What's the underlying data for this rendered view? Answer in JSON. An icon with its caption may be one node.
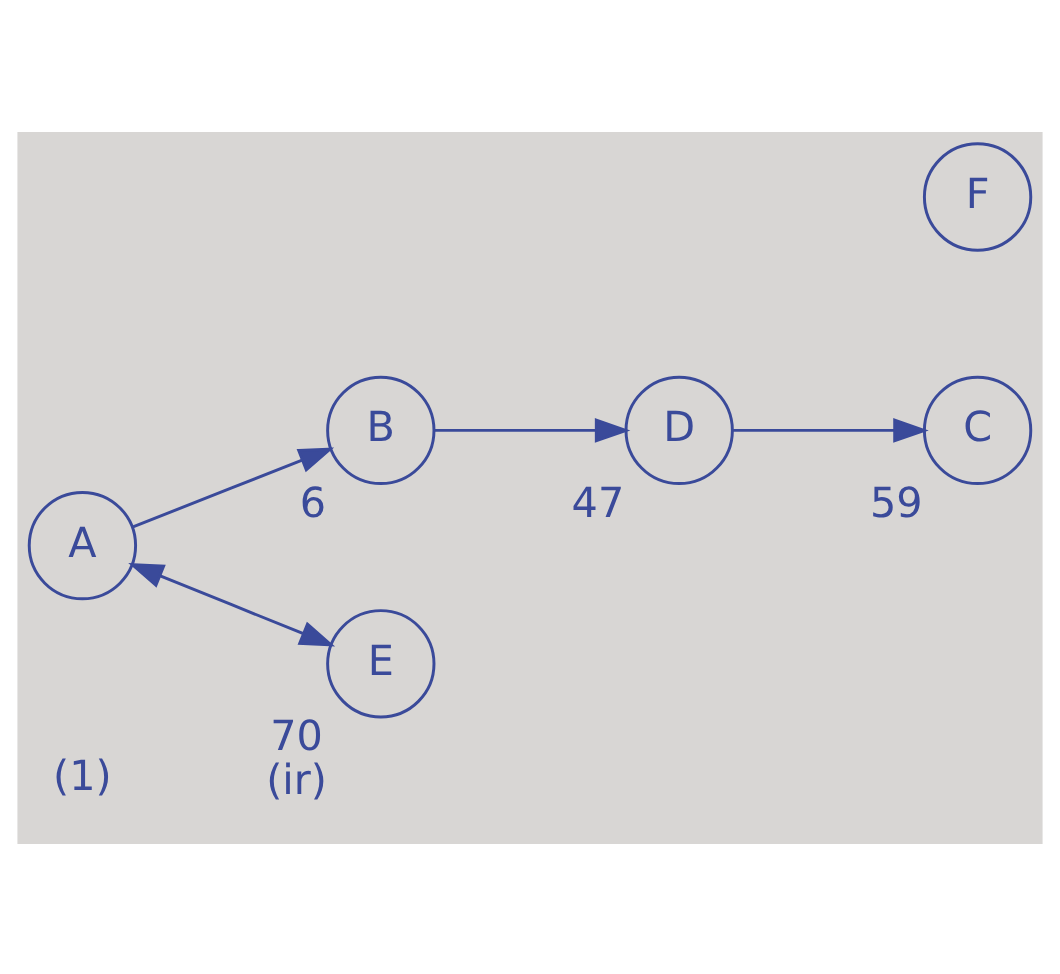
{
  "diagram": {
    "nodes": [
      {
        "text": [
          "B"
        ],
        "beside": [
          "6"
        ]
      },
      {
        "text": [
          "C"
        ],
        "beside": [
          "59"
        ]
      },
      {
        "text": [
          "A"
        ]
      },
      {
        "text": [
          "F"
        ]
      },
      {
        "text": [
          "D"
        ],
        "beside": [
          "47"
        ]
      },
      {
        "text": [
          "E"
        ],
        "beside": [
          "70",
          "(ir)"
        ]
      }
    ],
    "edges": [
      {
        "from": 2,
        "to": 0,
        "arrow": "to"
      },
      {
        "from": 0,
        "to": 4,
        "arrow": "to"
      },
      {
        "from": 4,
        "to": 1,
        "arrow": "to"
      },
      {
        "from": 2,
        "to": 5,
        "arrow": "both"
      }
    ],
    "labels": [
      "(1)"
    ]
  }
}
